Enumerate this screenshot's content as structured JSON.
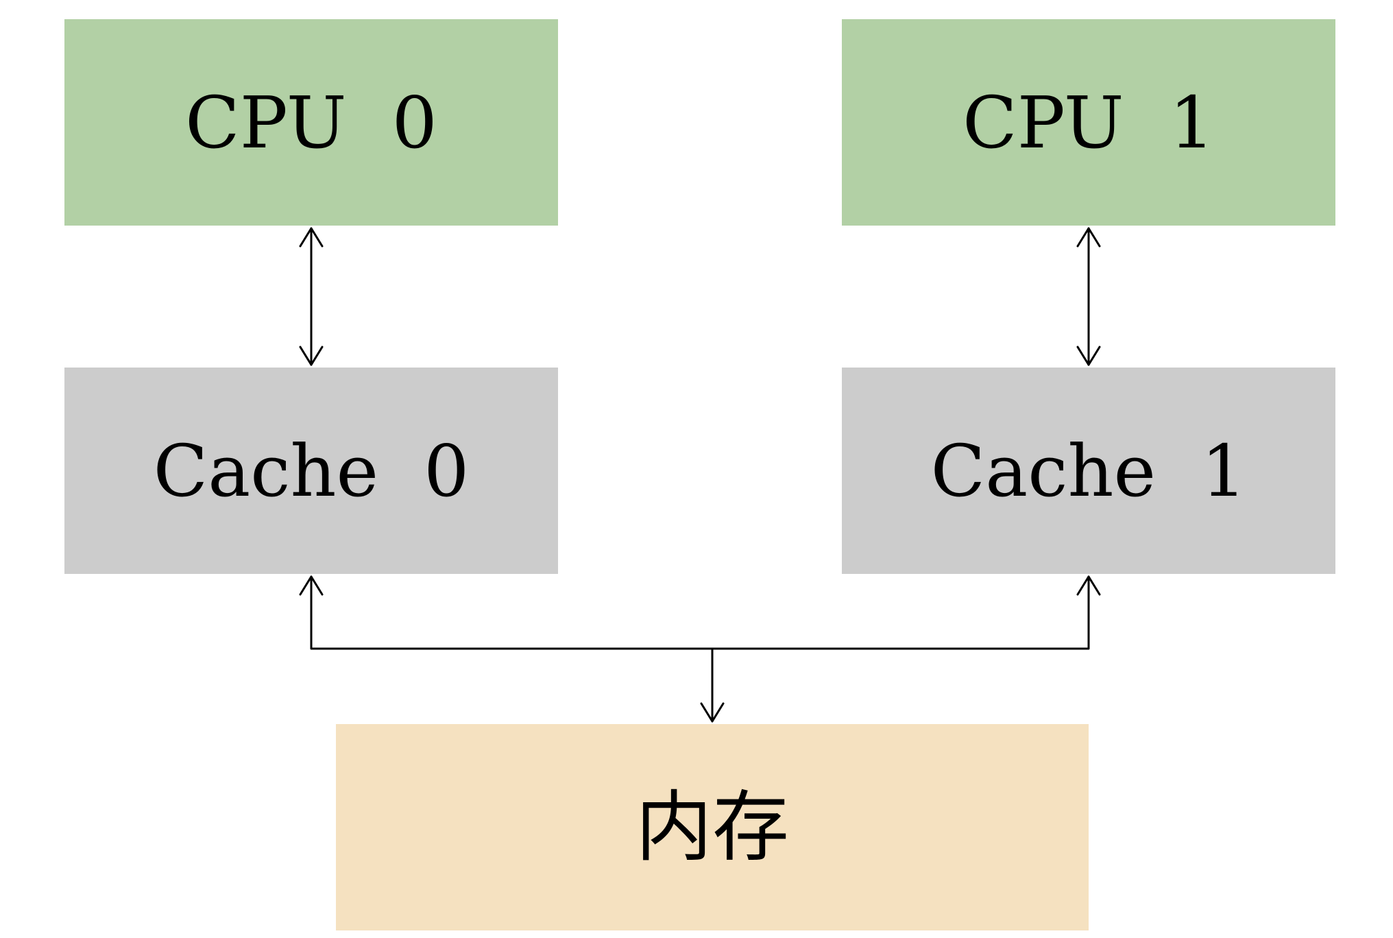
{
  "nodes": {
    "cpu0": {
      "label": "CPU  0",
      "color": "#b2d0a5"
    },
    "cpu1": {
      "label": "CPU  1",
      "color": "#b2d0a5"
    },
    "cache0": {
      "label": "Cache  0",
      "color": "#cccccc"
    },
    "cache1": {
      "label": "Cache  1",
      "color": "#cccccc"
    },
    "memory": {
      "label": "内存",
      "color": "#f5e1c0"
    }
  },
  "edges": [
    {
      "from": "cpu0",
      "to": "cache0",
      "type": "bidirectional"
    },
    {
      "from": "cpu1",
      "to": "cache1",
      "type": "bidirectional"
    },
    {
      "from": "memory",
      "to": "cache0",
      "type": "directed"
    },
    {
      "from": "memory",
      "to": "cache1",
      "type": "directed"
    },
    {
      "from": "cache0",
      "to": "memory",
      "type": "directed"
    }
  ],
  "line_color": "#000000"
}
